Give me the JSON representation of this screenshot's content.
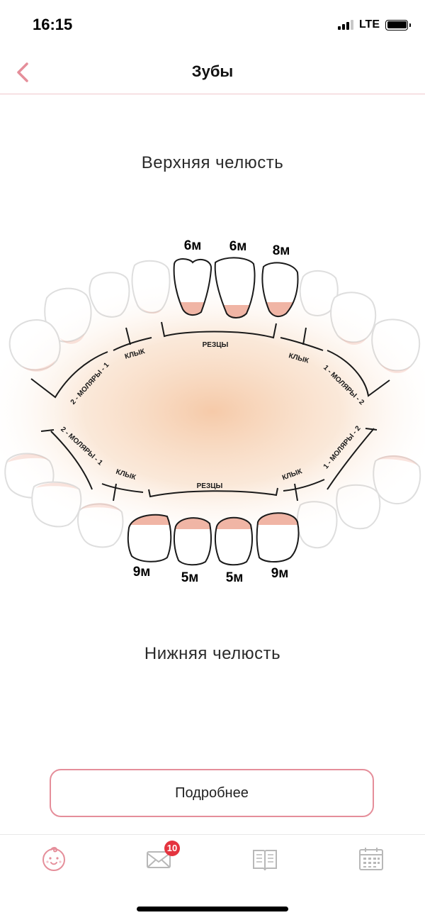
{
  "status": {
    "time": "16:15",
    "network": "LTE"
  },
  "nav": {
    "title": "Зубы"
  },
  "upper_jaw": {
    "title": "Верхняя челюсть",
    "ages": [
      "6м",
      "6м",
      "8м"
    ],
    "labels": {
      "incisors": "РЕЗЦЫ",
      "canine_left": "КЛЫК",
      "canine_right": "КЛЫК",
      "molars_left": "2 - МОЛЯРЫ - 1",
      "molars_right": "1 - МОЛЯРЫ - 2"
    }
  },
  "lower_jaw": {
    "title": "Нижняя челюсть",
    "ages": [
      "9м",
      "5м",
      "5м",
      "9м"
    ],
    "labels": {
      "incisors": "РЕЗЦЫ",
      "canine_left": "КЛЫК",
      "canine_right": "КЛЫК",
      "molars_left": "2 - МОЛЯРЫ - 1",
      "molars_right": "1 - МОЛЯРЫ - 2"
    }
  },
  "details_button": {
    "label": "Подробнее"
  },
  "tab_bar": {
    "messages_badge": "10"
  },
  "colors": {
    "accent": "#e58e9a",
    "gum": "#f0b5a5",
    "badge": "#e4343f",
    "glow": "#f5c7a4"
  }
}
